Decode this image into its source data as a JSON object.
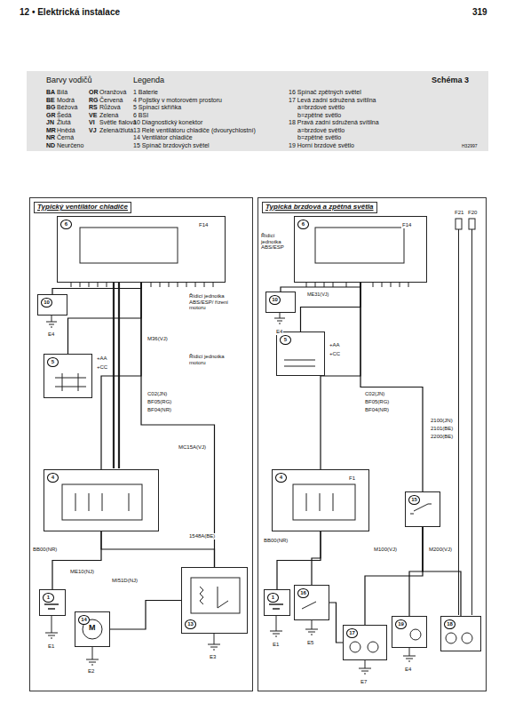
{
  "diagram": {
    "nodes": [
      {
        "text": [
          "Typický ventilátor chladiče"
        ]
      },
      {
        "text": [
          "6",
          "F14"
        ],
        "in": 0
      },
      {
        "text": [
          "10"
        ],
        "in": 0
      },
      {
        "text": [
          "5"
        ],
        "in": 0
      },
      {
        "text": [
          "4"
        ],
        "in": 0
      },
      {
        "text": [
          "1"
        ],
        "in": 0
      },
      {
        "text": [
          "14",
          "M"
        ],
        "in": 0
      },
      {
        "text": [
          "13"
        ],
        "in": 0
      },
      {
        "text": [
          "Typická brzdová a zpětná světla"
        ]
      },
      {
        "text": [
          "6",
          "F14"
        ],
        "in": 8
      },
      {
        "text": [
          "10"
        ],
        "in": 8
      },
      {
        "text": [
          "5"
        ],
        "in": 8
      },
      {
        "text": [
          "4",
          "F1"
        ],
        "in": 8
      },
      {
        "text": [
          "1"
        ],
        "in": 8
      },
      {
        "text": [
          "15"
        ],
        "in": 8
      },
      {
        "text": [
          "16"
        ],
        "in": 8
      },
      {
        "text": [
          "17"
        ],
        "in": 8
      },
      {
        "text": [
          "19"
        ],
        "in": 8
      },
      {
        "text": [
          "18"
        ],
        "in": 8
      }
    ],
    "edges": [
      {
        "from": 5,
        "to": 4,
        "arrow": "none"
      },
      {
        "from": 4,
        "to": 1,
        "arrow": "none"
      },
      {
        "from": 3,
        "to": 1,
        "arrow": "none"
      },
      {
        "from": 2,
        "to": 1,
        "arrow": "none"
      },
      {
        "from": 4,
        "to": 7,
        "arrow": "none"
      },
      {
        "from": 1,
        "to": 7,
        "arrow": "none"
      },
      {
        "from": 7,
        "to": 6,
        "arrow": "none"
      },
      {
        "from": 13,
        "to": 12,
        "arrow": "none"
      },
      {
        "from": 12,
        "to": 9,
        "arrow": "none"
      },
      {
        "from": 11,
        "to": 9,
        "arrow": "none"
      },
      {
        "from": 10,
        "to": 9,
        "arrow": "none"
      },
      {
        "from": 12,
        "to": 15,
        "arrow": "none"
      },
      {
        "from": 9,
        "to": 14,
        "arrow": "none"
      },
      {
        "from": 14,
        "to": 16,
        "arrow": "none"
      },
      {
        "from": 14,
        "to": 17,
        "arrow": "none"
      },
      {
        "from": 14,
        "to": 18,
        "arrow": "none"
      },
      {
        "from": 15,
        "to": 16,
        "arrow": "none"
      }
    ],
    "labels": [
      "12 • Elektrická instalace",
      "319",
      "Barvy vodičů",
      "Legenda",
      "Schéma 3",
      "BA",
      "Bílá",
      "OR",
      "Oranžová",
      "BE",
      "Modrá",
      "RG",
      "Červená",
      "BG",
      "Béžová",
      "RS",
      "Růžová",
      "GR",
      "Šedá",
      "VE",
      "Zelená",
      "JN",
      "Žlutá",
      "VI",
      "Světle fialová",
      "MR",
      "Hnědá",
      "VJ",
      "Zelená/žlutá",
      "NR",
      "Černá",
      "ND",
      "Neurčeno",
      "1 Baterie",
      "4 Pojistky v motorovém prostoru",
      "5 Spínací skříňka",
      "6 BSI",
      "10 Diagnostický konektor",
      "13 Relé ventilátoru chladiče (dvourychlostní)",
      "14 Ventilátor chladiče",
      "15 Spínač brzdových světel",
      "16 Spínač zpětných světel",
      "17 Levá zadní sdružená svítilna",
      "a=brzdové světlo",
      "b=zpětné světlo",
      "18 Pravá zadní sdružená svítilna",
      "a=brzdové světlo",
      "b=zpětné světlo",
      "19 Horní brzdové světlo",
      "H32997",
      "Řídicí jednotka ABS/ESP/ řízení motoru",
      "Řídicí jednotka motoru",
      "Řídicí jednotka ABS/ESP",
      "F21",
      "F20",
      "+AA",
      "+CC",
      "M36(VJ)",
      "C02(JN)",
      "BF05(RG)",
      "BF04(NR)",
      "ME10(NJ)",
      "MI51D(NJ)",
      "BB00(NR)",
      "1548A(BE)",
      "MC15A(VJ)",
      "E1",
      "E2",
      "E3",
      "E4",
      "ME31(VJ)",
      "+AA",
      "+CC",
      "C02(JN)",
      "BF05(RG)",
      "BF04(NR)",
      "M100(VJ)",
      "M200(VJ)",
      "2100(JN)",
      "2101(BE)",
      "2200(BE)",
      "BB00(NR)",
      "E1",
      "E5",
      "E7",
      "E4",
      "E4"
    ]
  }
}
